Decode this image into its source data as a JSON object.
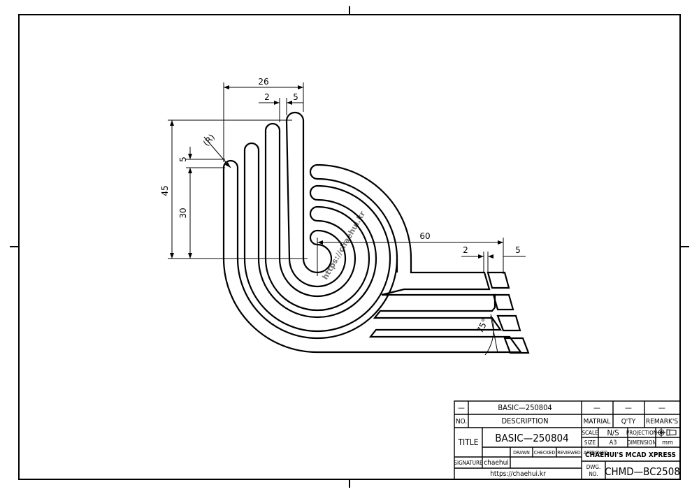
{
  "drawing": {
    "dims": {
      "d26": "26",
      "d2_top": "2",
      "d5_top": "5",
      "d5_left": "5",
      "d45": "45",
      "d30": "30",
      "radius": "(R)",
      "d60": "60",
      "d2_right": "2",
      "d5_right": "5",
      "angle": "75°"
    },
    "watermark": "https://chaehui.kr"
  },
  "title_block": {
    "rev_dash": "—",
    "rev_desc": "BASIC—250804",
    "rev_mat": "—",
    "rev_qty": "—",
    "rev_rem": "—",
    "hdr_no": "NO.",
    "hdr_desc": "DESCRIPTION",
    "hdr_mat": "MATRIAL",
    "hdr_qty": "Q'TY",
    "hdr_rem": "REMARK'S",
    "title_label": "TITLE",
    "title_value": "BASIC—250804",
    "scale_label": "SCALE",
    "scale_value": "N/S",
    "projection_label": "PROJECTION",
    "size_label": "SIZE",
    "size_value": "A3",
    "dimension_label": "DIMENSION",
    "dimension_value": "mm",
    "drawn": "DRAWN",
    "checked": "CHECKED",
    "reviewed": "REVIEWED",
    "approved": "APPROVED",
    "company": "CHAEHUI'S MCAD XPRESS",
    "signature_label": "SIGNATURE",
    "signature_value": "chaehui",
    "url": "https://chaehui.kr",
    "dwg_label_1": "DWG.",
    "dwg_label_2": "NO.",
    "dwg_no": "CHMD—BC2508"
  }
}
